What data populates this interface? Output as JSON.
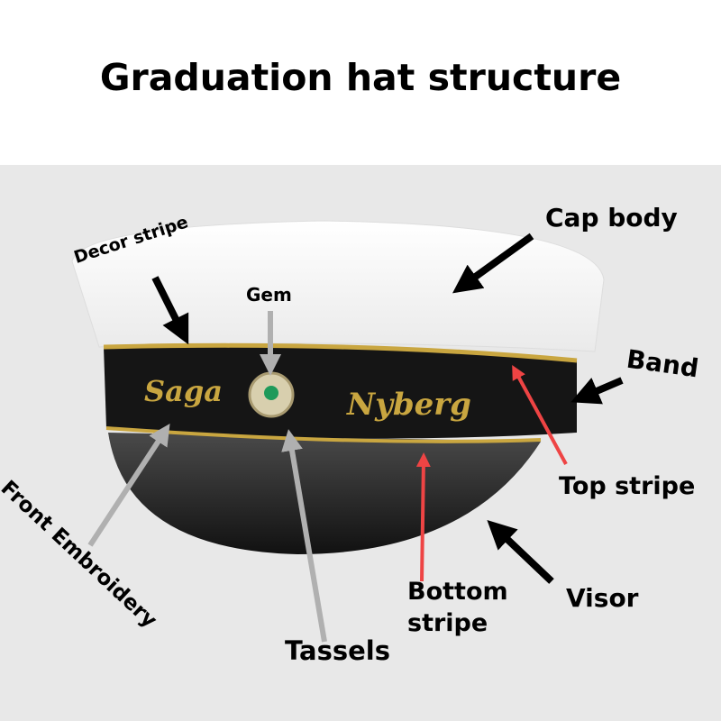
{
  "title": "Graduation hat structure",
  "labels": {
    "cap_body": "Cap body",
    "decor_stripe": "Decor stripe",
    "gem": "Gem",
    "band": "Band",
    "top_stripe": "Top stripe",
    "bottom_stripe_line1": "Bottom",
    "bottom_stripe_line2": "stripe",
    "visor": "Visor",
    "tassels": "Tassels",
    "front_embroidery": "Front Embroidery"
  },
  "embroidery": {
    "first_name": "Saga",
    "last_name": "Nyberg"
  },
  "colors": {
    "black_arrow": "#000000",
    "gray_arrow": "#b0b0b0",
    "red_arrow": "#ee4444",
    "gold": "#c9a640",
    "background": "#e8e8e8"
  }
}
